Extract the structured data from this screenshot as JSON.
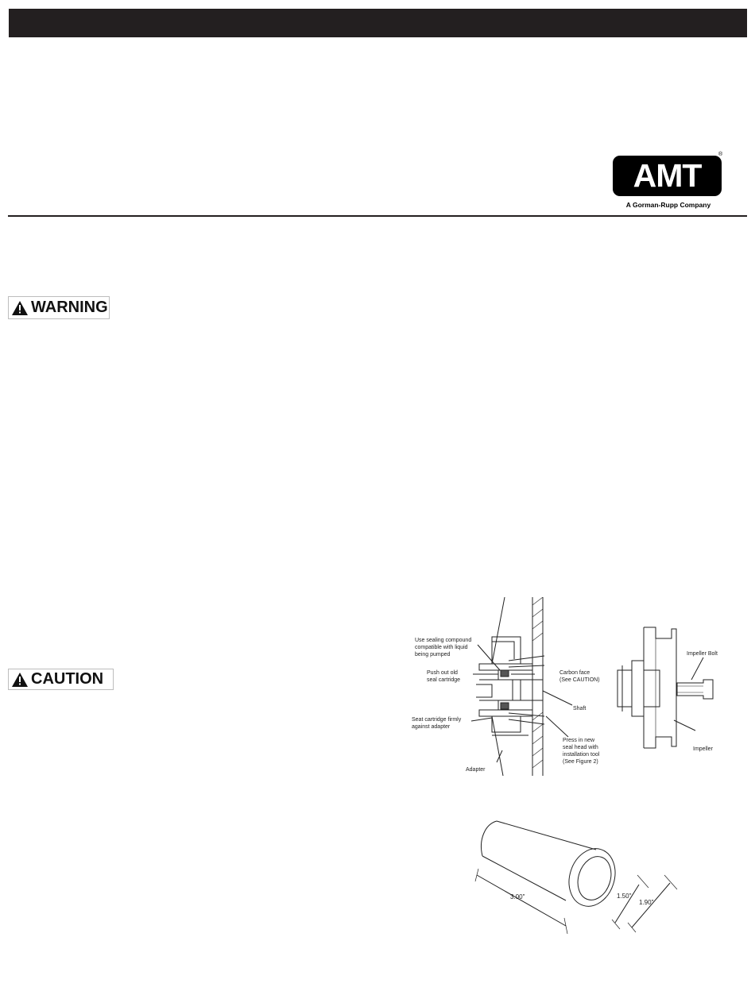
{
  "logo": {
    "wordmark": "AMT",
    "registered_mark": "®",
    "tagline": "A Gorman-Rupp Company"
  },
  "notices": {
    "warning_label": "WARNING",
    "caution_label": "CAUTION"
  },
  "figure_seal": {
    "labels": {
      "sealing_compound": [
        "Use sealing compound",
        "compatible with liquid",
        "being pumped"
      ],
      "push_out": [
        "Push out old",
        "seal cartridge"
      ],
      "carbon_face": [
        "Carbon face",
        "(See CAUTION)"
      ],
      "shaft": "Shaft",
      "seat_cartridge": [
        "Seat cartridge firmly",
        "against adapter"
      ],
      "press_in": [
        "Press in new",
        "seal head with",
        "installation tool",
        "(See Figure 2)"
      ],
      "adapter": "Adapter",
      "impeller_bolt": "Impeller Bolt",
      "impeller": "Impeller"
    }
  },
  "figure_tool": {
    "length": "3.00\"",
    "inner_diameter": "1.50\"",
    "outer_diameter": "1.90\""
  }
}
